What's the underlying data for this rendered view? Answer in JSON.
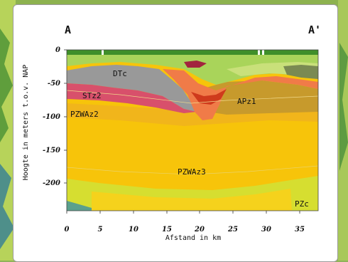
{
  "section": {
    "start_label": "A",
    "end_label": "A'"
  },
  "units": {
    "DTc": "DTc",
    "STz2": "STz2",
    "APz1": "APz1",
    "PZWAz2": "PZWAz2",
    "PZWAz3": "PZWAz3",
    "PZc": "PZc"
  },
  "axes": {
    "xlabel": "Afstand in km",
    "ylabel": "Hoogte in meters t.o.v. NAP",
    "x_ticks": [
      "0",
      "5",
      "10",
      "15",
      "20",
      "25",
      "30",
      "35"
    ],
    "y_ticks": [
      "0",
      "-50",
      "-100",
      "-150",
      "-200"
    ],
    "x_range": [
      0,
      38
    ],
    "y_range": [
      -240,
      0
    ]
  },
  "colors": {
    "PZWAz3": "#f7c40a",
    "PZWAz2": "#f1b51b",
    "DTc": "#999999",
    "STz2": "#d8506b",
    "APz1": "#c79a2c",
    "peat_orange": "#f07b48",
    "peat_red": "#cf3a1c",
    "holocene_green": "#a9d45a",
    "surface_green": "#3f8f2a",
    "PZc": "#d6de30",
    "base_teal": "#5aa08d"
  }
}
